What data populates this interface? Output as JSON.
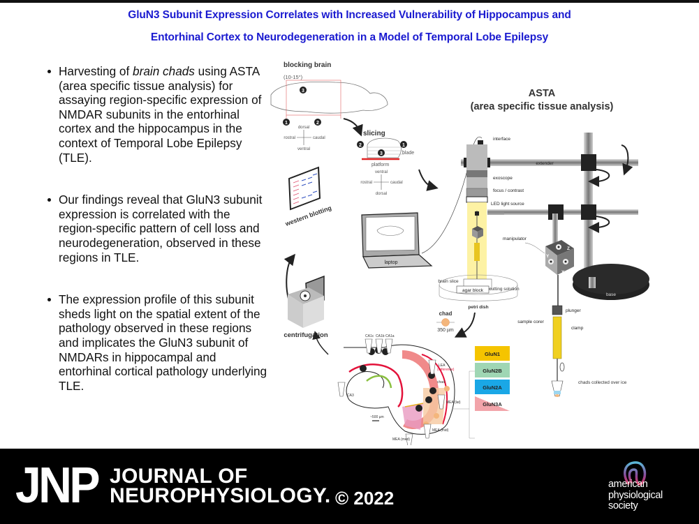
{
  "title": {
    "line1": "GluN3 Subunit Expression Correlates with Increased Vulnerability of Hippocampus and",
    "line2": "Entorhinal Cortex to Neurodegeneration in a Model of Temporal Lobe Epilepsy",
    "color": "#1a1ad0"
  },
  "bullets": [
    {
      "pre": "Harvesting of ",
      "emph": "brain chads",
      "post": " using ASTA (area specific tissue analysis) for assaying region-specific expression of NMDAR subunits in the entorhinal cortex and the hippocampus in the context of Temporal Lobe Epilepsy (TLE)."
    },
    {
      "text": "Our findings reveal that GluN3 subunit expression is correlated with the region-specific pattern of cell loss and neurodegeneration, observed in these regions in TLE."
    },
    {
      "text": "The expression profile of this subunit sheds light on the spatial extent of the pathology observed in these regions and implicates the GluN3 subunit of NMDARs in hippocampal and entorhinal cortical pathology underlying TLE."
    }
  ],
  "figure": {
    "blocking": {
      "title": "blocking brain",
      "angle": "(10-15°)",
      "markers": [
        "1",
        "2",
        "3"
      ]
    },
    "orientation1": {
      "up": "dorsal",
      "down": "ventral",
      "left": "rostral",
      "right": "caudal"
    },
    "slicing": {
      "title": "slicing",
      "blade": "blade",
      "platform": "platform",
      "markers": [
        "2",
        "1",
        "3"
      ]
    },
    "orientation2": {
      "up": "ventral",
      "down": "dorsal",
      "left": "rostral",
      "right": "caudal"
    },
    "asta": {
      "title": "ASTA",
      "subtitle": "(area specific tissue analysis)"
    },
    "apparatus": {
      "interface": "interface",
      "extender": "extender",
      "exoscope": "exoscope",
      "focus": "focus / contrast",
      "led": "LED light source",
      "manipulator": "manipulator",
      "axes": [
        "Z",
        "Y",
        "X"
      ],
      "base": "base",
      "plunger": "plunger",
      "sample_corer": "sample corer",
      "clamp": "clamp",
      "chads_collected": "chads collected over ice"
    },
    "dish": {
      "brain_slice": "brain slice",
      "agar_block": "agar block",
      "cutting_solution": "cutting solution",
      "petri_dish": "petri dish"
    },
    "chad": {
      "label": "chad",
      "size": "350 µm"
    },
    "laptop": "laptop",
    "western": "western blotting",
    "centrifugation": "centrifugation",
    "hippocampus": {
      "tubes": [
        "CA1c",
        "CA1b",
        "CA1a"
      ],
      "ca3": "CA3",
      "lea": "LEA",
      "reference": "(reference)",
      "chad": "chad",
      "mea_lat": "MEA (lat)",
      "mea_mid": "MEA (mid)",
      "mea_med": "MEA (med)",
      "scale": "~500 µm"
    },
    "legend": [
      {
        "label": "GluN1",
        "color": "#f5c400"
      },
      {
        "label": "GluN2B",
        "color": "#9fd6b4"
      },
      {
        "label": "GluN2A",
        "color": "#1aa7e6"
      },
      {
        "label": "GluN3A",
        "color": "#f2a4aa"
      }
    ]
  },
  "footer": {
    "jnp": "JNP",
    "journal_line1": "JOURNAL OF",
    "journal_line2": "NEUROPHYSIOLOGY.",
    "copyright": "© 2022",
    "aps_line1": "american",
    "aps_line2": "physiological",
    "aps_line3": "society"
  }
}
